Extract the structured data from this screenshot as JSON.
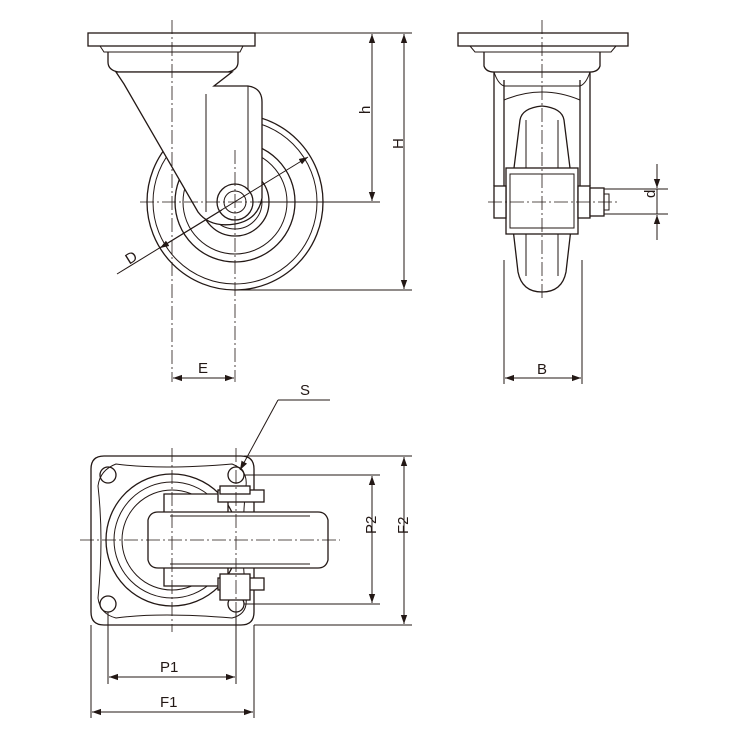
{
  "labels": {
    "D": "D",
    "E": "E",
    "h": "h",
    "H": "H",
    "B": "B",
    "d": "d",
    "S": "S",
    "P1": "P1",
    "P2": "P2",
    "F1": "F1",
    "F2": "F2"
  }
}
